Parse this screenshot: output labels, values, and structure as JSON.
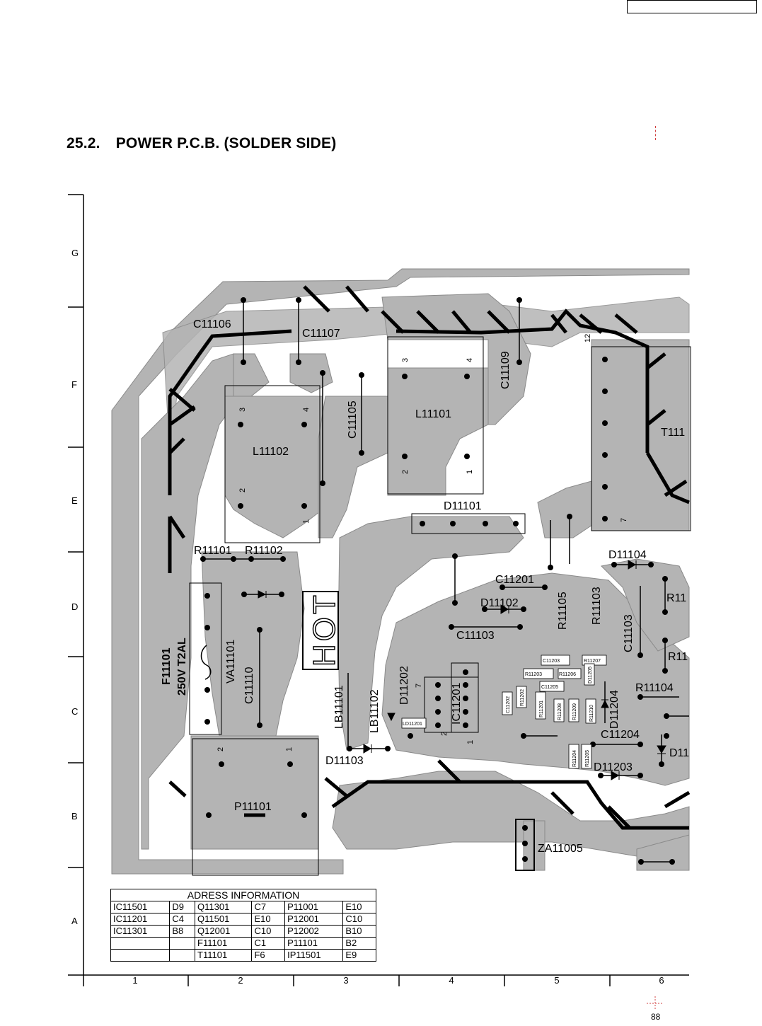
{
  "page": {
    "section_number": "25.2.",
    "section_title": "POWER P.C.B. (SOLDER SIDE)",
    "page_number": "88"
  },
  "grid": {
    "rows": [
      "G",
      "F",
      "E",
      "D",
      "C",
      "B",
      "A"
    ],
    "columns": [
      "1",
      "2",
      "3",
      "4",
      "5",
      "6"
    ]
  },
  "components": {
    "C11106": "C11106",
    "C11107": "C11107",
    "C11105": "C11105",
    "C11109": "C11109",
    "L11101": "L11101",
    "L11102": "L11102",
    "T111": "T111",
    "D11101": "D11101",
    "R11101": "R11101",
    "R11102": "R11102",
    "D11104": "D11104",
    "C11201": "C11201",
    "D11102": "D11102",
    "R11105": "R11105",
    "R11103": "R11103",
    "R11_1": "R11",
    "C11103": "C11103",
    "C11103b": "C11103",
    "R11_2": "R11",
    "F11101": "F11101",
    "F_rating": "250V T2AL",
    "VA11101": "VA11101",
    "C11110": "C11110",
    "HOT": "HOT",
    "LB11101": "LB11101",
    "LB11102": "LB11102",
    "D11202": "D11202",
    "IC11201": "IC11201",
    "D11204": "D11204",
    "R11104": "R11104",
    "C11204": "C11204",
    "D11_3": "D11",
    "D11103": "D11103",
    "D11203": "D11203",
    "P11101": "P11101",
    "ZA11005": "ZA11005",
    "pin3_L11101": "3",
    "pin4_L11101": "4",
    "pin2_L11101": "2",
    "pin1_L11101": "1",
    "pin3_L11102": "3",
    "pin4_L11102": "4",
    "pin2_L11102": "2",
    "pin1_L11102": "1",
    "pin12_T111": "12",
    "pin7_T111": "7",
    "pin2_P11101": "2",
    "pin1_P11101": "1",
    "pin7_IC": "7",
    "pin2_IC": "2",
    "pin1_IC": "1",
    "small": {
      "C11203": "C11203",
      "R11207": "R11207",
      "R11203": "R11203",
      "R11206": "R11206",
      "R11202": "R11202",
      "C11205": "C11205",
      "C11202": "C11202",
      "R11201": "R11201",
      "R11208": "R11208",
      "R11209": "R11209",
      "R11210": "R11210",
      "D11205": "D11205",
      "LD11201": "LD11201",
      "R11204": "R11204",
      "R11205": "R11205"
    }
  },
  "address_table": {
    "title": "ADRESS INFORMATION",
    "rows": [
      [
        "IC11501",
        "D9",
        "Q11301",
        "C7",
        "P11001",
        "E10"
      ],
      [
        "IC11201",
        "C4",
        "Q11501",
        "E10",
        "P12001",
        "C10"
      ],
      [
        "IC11301",
        "B8",
        "Q12001",
        "C10",
        "P12002",
        "B10"
      ],
      [
        "",
        "",
        "F11101",
        "C1",
        "P11101",
        "B2"
      ],
      [
        "",
        "",
        "T11101",
        "F6",
        "IP11501",
        "E9"
      ]
    ]
  },
  "colors": {
    "board": "#b4b4b4",
    "board_edge": "#7a7a7a",
    "trace_black": "#000000",
    "cut_line": "#d04040"
  }
}
